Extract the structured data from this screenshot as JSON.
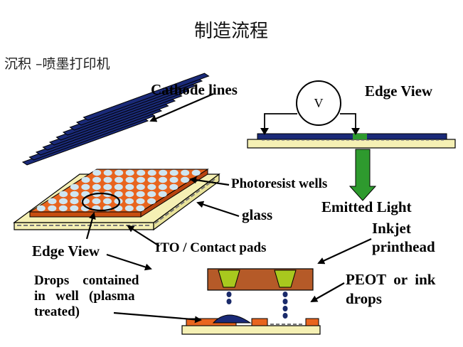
{
  "title": "制造流程",
  "subtitle": "沉积 –喷墨打印机",
  "labels": {
    "cathode_lines": "Cathode lines",
    "edge_view_top": "Edge View",
    "voltmeter": "V",
    "photoresist_wells": "Photoresist wells",
    "glass": "glass",
    "emitted_light": "Emitted Light",
    "inkjet_line1": "Inkjet",
    "inkjet_line2": "printhead",
    "edge_view_bottom": "Edge View",
    "ito_pads": "ITO / Contact pads",
    "drops_line1": "Drops    contained",
    "drops_line2": "in   well   (plasma",
    "drops_line3": "treated)",
    "peot_line1": "PEOT  or  ink",
    "peot_line2": "drops"
  },
  "colors": {
    "glass": "#f5f0b4",
    "photoresist": "#e8641e",
    "well": "#cfe6f2",
    "cathode": "#1a2a78",
    "printhead": "#b55a28",
    "nozzle": "#a8c81e",
    "light": "#2e9a2e",
    "drop": "#1a2a6a"
  }
}
